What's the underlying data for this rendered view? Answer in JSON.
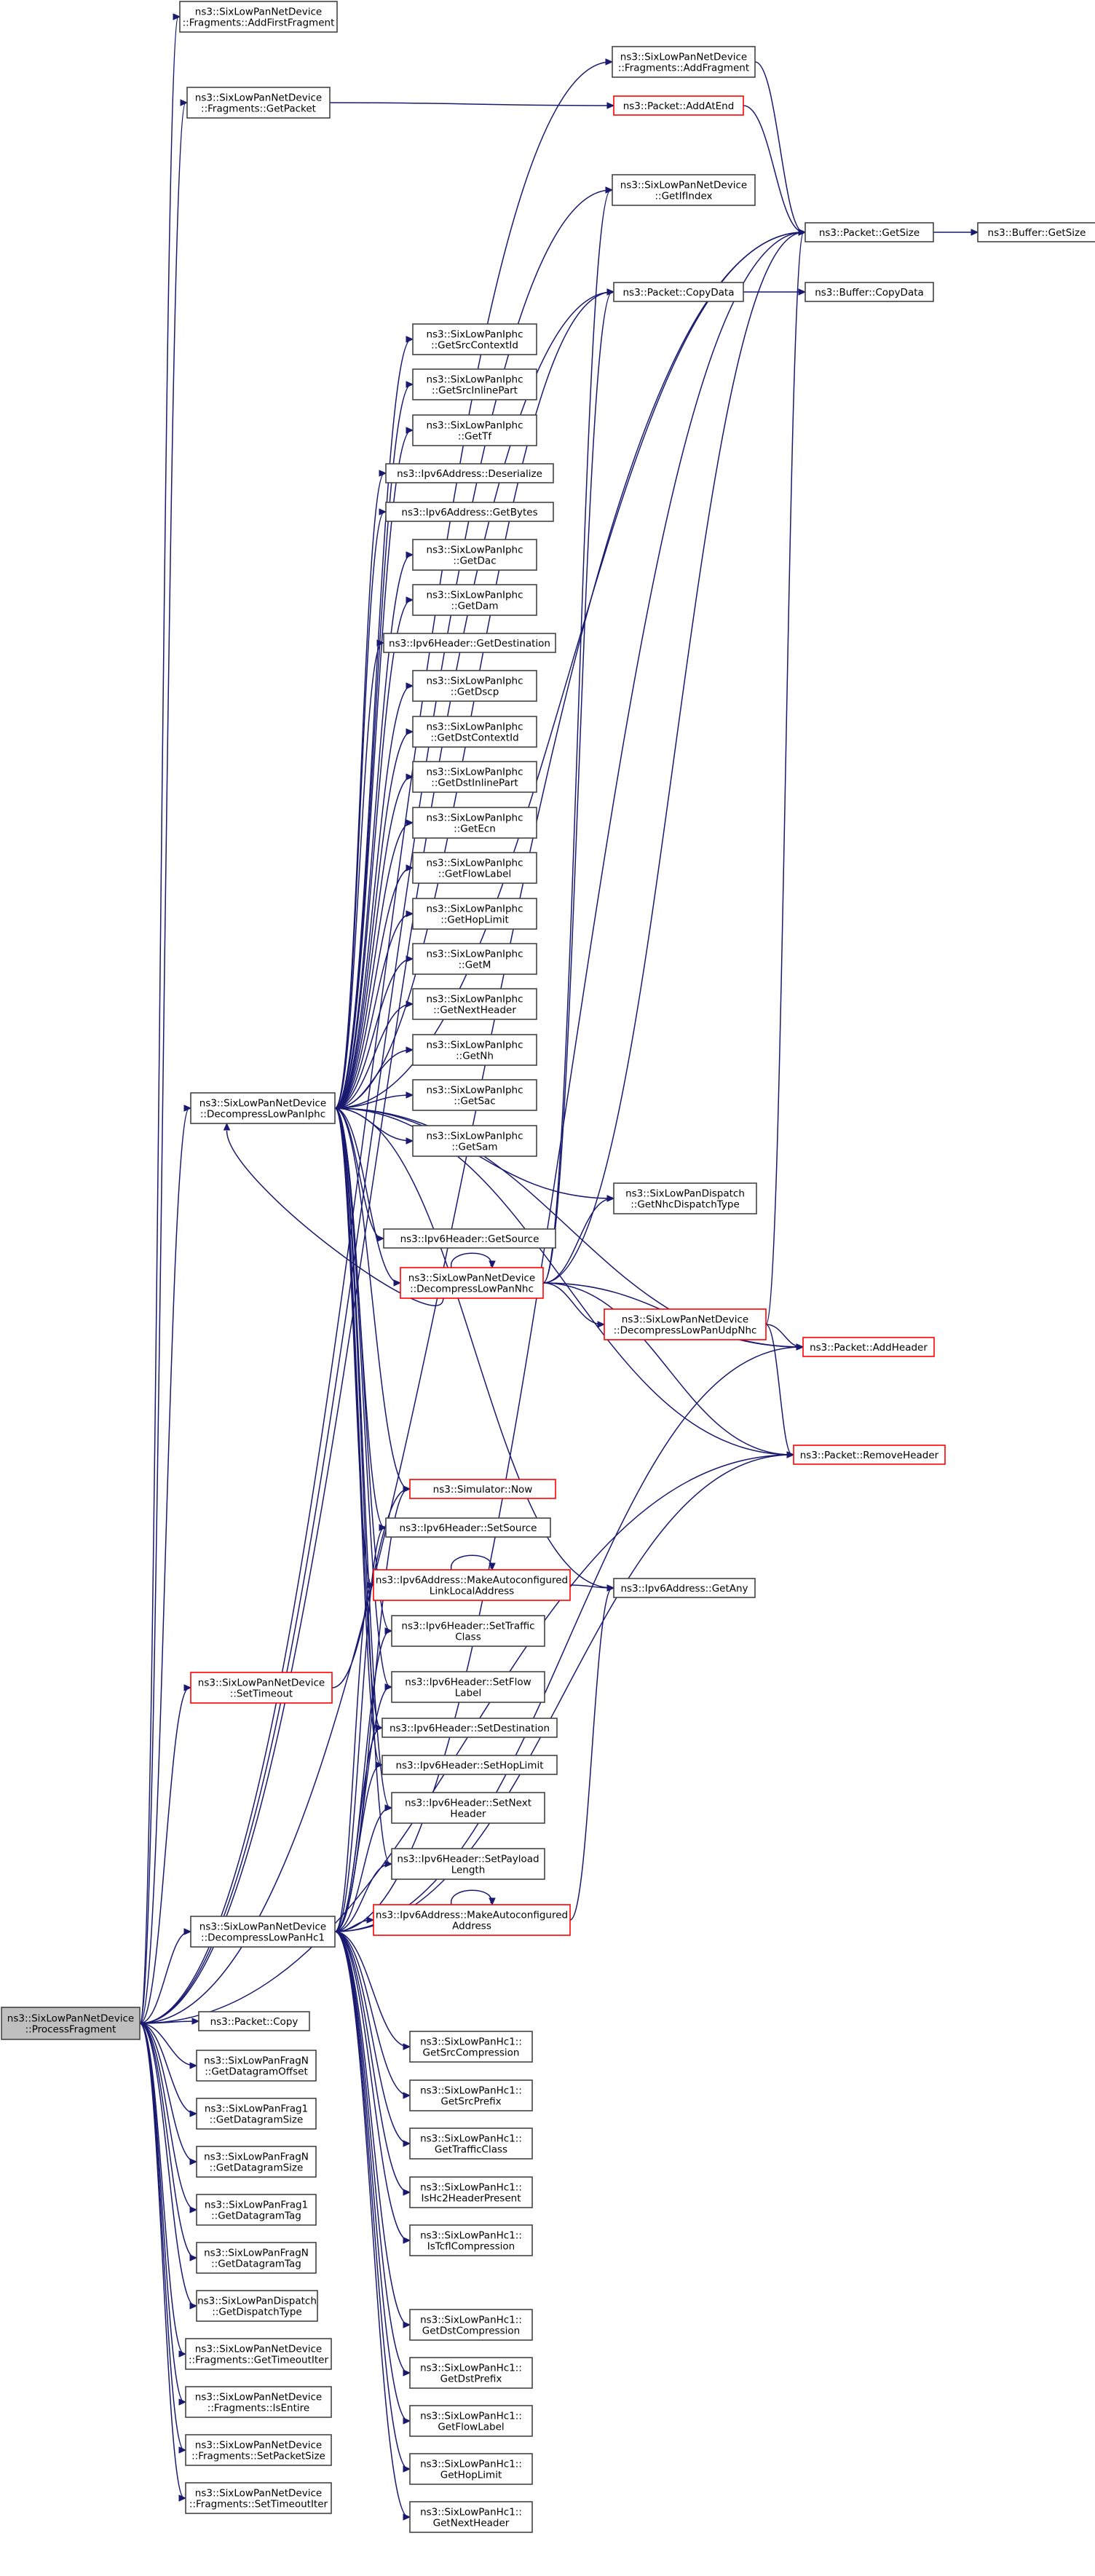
{
  "root": "ProcessFragment",
  "nodes": [
    {
      "id": "ProcessFragment",
      "lines": [
        "ns3::SixLowPanNetDevice",
        "::ProcessFragment"
      ],
      "root": true
    },
    {
      "id": "AddFirstFragment",
      "lines": [
        "ns3::SixLowPanNetDevice",
        "::Fragments::AddFirstFragment"
      ]
    },
    {
      "id": "FragGetPacket",
      "lines": [
        "ns3::SixLowPanNetDevice",
        "::Fragments::GetPacket"
      ]
    },
    {
      "id": "AddFragment",
      "lines": [
        "ns3::SixLowPanNetDevice",
        "::Fragments::AddFragment"
      ]
    },
    {
      "id": "AddAtEnd",
      "lines": [
        "ns3::Packet::AddAtEnd"
      ],
      "red": true
    },
    {
      "id": "GetIfIndex",
      "lines": [
        "ns3::SixLowPanNetDevice",
        "::GetIfIndex"
      ]
    },
    {
      "id": "PacketGetSize",
      "lines": [
        "ns3::Packet::GetSize"
      ]
    },
    {
      "id": "BufferGetSize",
      "lines": [
        "ns3::Buffer::GetSize"
      ]
    },
    {
      "id": "PacketCopyData",
      "lines": [
        "ns3::Packet::CopyData"
      ]
    },
    {
      "id": "BufferCopyData",
      "lines": [
        "ns3::Buffer::CopyData"
      ]
    },
    {
      "id": "GetSrcContextId",
      "lines": [
        "ns3::SixLowPanIphc",
        "::GetSrcContextId"
      ]
    },
    {
      "id": "GetSrcInlinePart",
      "lines": [
        "ns3::SixLowPanIphc",
        "::GetSrcInlinePart"
      ]
    },
    {
      "id": "GetTf",
      "lines": [
        "ns3::SixLowPanIphc",
        "::GetTf"
      ]
    },
    {
      "id": "Deserialize",
      "lines": [
        "ns3::Ipv6Address::Deserialize"
      ]
    },
    {
      "id": "GetBytes",
      "lines": [
        "ns3::Ipv6Address::GetBytes"
      ]
    },
    {
      "id": "GetDac",
      "lines": [
        "ns3::SixLowPanIphc",
        "::GetDac"
      ]
    },
    {
      "id": "GetDam",
      "lines": [
        "ns3::SixLowPanIphc",
        "::GetDam"
      ]
    },
    {
      "id": "HdrGetDestination",
      "lines": [
        "ns3::Ipv6Header::GetDestination"
      ]
    },
    {
      "id": "GetDscp",
      "lines": [
        "ns3::SixLowPanIphc",
        "::GetDscp"
      ]
    },
    {
      "id": "GetDstContextId",
      "lines": [
        "ns3::SixLowPanIphc",
        "::GetDstContextId"
      ]
    },
    {
      "id": "GetDstInlinePart",
      "lines": [
        "ns3::SixLowPanIphc",
        "::GetDstInlinePart"
      ]
    },
    {
      "id": "GetEcn",
      "lines": [
        "ns3::SixLowPanIphc",
        "::GetEcn"
      ]
    },
    {
      "id": "IphcGetFlowLabel",
      "lines": [
        "ns3::SixLowPanIphc",
        "::GetFlowLabel"
      ]
    },
    {
      "id": "IphcGetHopLimit",
      "lines": [
        "ns3::SixLowPanIphc",
        "::GetHopLimit"
      ]
    },
    {
      "id": "GetM",
      "lines": [
        "ns3::SixLowPanIphc",
        "::GetM"
      ]
    },
    {
      "id": "IphcGetNextHeader",
      "lines": [
        "ns3::SixLowPanIphc",
        "::GetNextHeader"
      ]
    },
    {
      "id": "GetNh",
      "lines": [
        "ns3::SixLowPanIphc",
        "::GetNh"
      ]
    },
    {
      "id": "GetSac",
      "lines": [
        "ns3::SixLowPanIphc",
        "::GetSac"
      ]
    },
    {
      "id": "GetSam",
      "lines": [
        "ns3::SixLowPanIphc",
        "::GetSam"
      ]
    },
    {
      "id": "DecompressLowPanIphc",
      "lines": [
        "ns3::SixLowPanNetDevice",
        "::DecompressLowPanIphc"
      ]
    },
    {
      "id": "GetNhcDispatchType",
      "lines": [
        "ns3::SixLowPanDispatch",
        "::GetNhcDispatchType"
      ]
    },
    {
      "id": "HdrGetSource",
      "lines": [
        "ns3::Ipv6Header::GetSource"
      ]
    },
    {
      "id": "DecompressLowPanNhc",
      "lines": [
        "ns3::SixLowPanNetDevice",
        "::DecompressLowPanNhc"
      ],
      "red": true
    },
    {
      "id": "DecompressLowPanUdpNhc",
      "lines": [
        "ns3::SixLowPanNetDevice",
        "::DecompressLowPanUdpNhc"
      ],
      "red": true
    },
    {
      "id": "AddHeader",
      "lines": [
        "ns3::Packet::AddHeader"
      ],
      "red": true
    },
    {
      "id": "RemoveHeader",
      "lines": [
        "ns3::Packet::RemoveHeader"
      ],
      "red": true
    },
    {
      "id": "SimNow",
      "lines": [
        "ns3::Simulator::Now"
      ],
      "red": true
    },
    {
      "id": "SetSource",
      "lines": [
        "ns3::Ipv6Header::SetSource"
      ]
    },
    {
      "id": "MakeLinkLocal",
      "lines": [
        "ns3::Ipv6Address::MakeAutoconfigured",
        "LinkLocalAddress"
      ],
      "red": true
    },
    {
      "id": "GetAny",
      "lines": [
        "ns3::Ipv6Address::GetAny"
      ]
    },
    {
      "id": "SetTrafficClass",
      "lines": [
        "ns3::Ipv6Header::SetTraffic",
        "Class"
      ]
    },
    {
      "id": "SetTimeout",
      "lines": [
        "ns3::SixLowPanNetDevice",
        "::SetTimeout"
      ],
      "red": true
    },
    {
      "id": "SetFlowLabel",
      "lines": [
        "ns3::Ipv6Header::SetFlow",
        "Label"
      ]
    },
    {
      "id": "SetDestination",
      "lines": [
        "ns3::Ipv6Header::SetDestination"
      ]
    },
    {
      "id": "SetHopLimit",
      "lines": [
        "ns3::Ipv6Header::SetHopLimit"
      ]
    },
    {
      "id": "SetNextHeader",
      "lines": [
        "ns3::Ipv6Header::SetNext",
        "Header"
      ]
    },
    {
      "id": "SetPayloadLength",
      "lines": [
        "ns3::Ipv6Header::SetPayload",
        "Length"
      ]
    },
    {
      "id": "DecompressLowPanHc1",
      "lines": [
        "ns3::SixLowPanNetDevice",
        "::DecompressLowPanHc1"
      ]
    },
    {
      "id": "MakeAutoAddr",
      "lines": [
        "ns3::Ipv6Address::MakeAutoconfigured",
        "Address"
      ],
      "red": true
    },
    {
      "id": "PacketCopy",
      "lines": [
        "ns3::Packet::Copy"
      ]
    },
    {
      "id": "FragNGetDatagramOffset",
      "lines": [
        "ns3::SixLowPanFragN",
        "::GetDatagramOffset"
      ]
    },
    {
      "id": "Frag1GetDatagramSize",
      "lines": [
        "ns3::SixLowPanFrag1",
        "::GetDatagramSize"
      ]
    },
    {
      "id": "FragNGetDatagramSize",
      "lines": [
        "ns3::SixLowPanFragN",
        "::GetDatagramSize"
      ]
    },
    {
      "id": "Frag1GetDatagramTag",
      "lines": [
        "ns3::SixLowPanFrag1",
        "::GetDatagramTag"
      ]
    },
    {
      "id": "FragNGetDatagramTag",
      "lines": [
        "ns3::SixLowPanFragN",
        "::GetDatagramTag"
      ]
    },
    {
      "id": "GetDispatchType",
      "lines": [
        "ns3::SixLowPanDispatch",
        "::GetDispatchType"
      ]
    },
    {
      "id": "GetTimeoutIter",
      "lines": [
        "ns3::SixLowPanNetDevice",
        "::Fragments::GetTimeoutIter"
      ]
    },
    {
      "id": "IsEntire",
      "lines": [
        "ns3::SixLowPanNetDevice",
        "::Fragments::IsEntire"
      ]
    },
    {
      "id": "SetPacketSize",
      "lines": [
        "ns3::SixLowPanNetDevice",
        "::Fragments::SetPacketSize"
      ]
    },
    {
      "id": "SetTimeoutIter",
      "lines": [
        "ns3::SixLowPanNetDevice",
        "::Fragments::SetTimeoutIter"
      ]
    },
    {
      "id": "GetSrcCompression",
      "lines": [
        "ns3::SixLowPanHc1::",
        "GetSrcCompression"
      ]
    },
    {
      "id": "GetSrcPrefix",
      "lines": [
        "ns3::SixLowPanHc1::",
        "GetSrcPrefix"
      ]
    },
    {
      "id": "GetTrafficClass",
      "lines": [
        "ns3::SixLowPanHc1::",
        "GetTrafficClass"
      ]
    },
    {
      "id": "IsHc2HeaderPresent",
      "lines": [
        "ns3::SixLowPanHc1::",
        "IsHc2HeaderPresent"
      ]
    },
    {
      "id": "IsTcflCompression",
      "lines": [
        "ns3::SixLowPanHc1::",
        "IsTcflCompression"
      ]
    },
    {
      "id": "GetDstCompression",
      "lines": [
        "ns3::SixLowPanHc1::",
        "GetDstCompression"
      ]
    },
    {
      "id": "GetDstPrefix",
      "lines": [
        "ns3::SixLowPanHc1::",
        "GetDstPrefix"
      ]
    },
    {
      "id": "Hc1GetFlowLabel",
      "lines": [
        "ns3::SixLowPanHc1::",
        "GetFlowLabel"
      ]
    },
    {
      "id": "Hc1GetHopLimit",
      "lines": [
        "ns3::SixLowPanHc1::",
        "GetHopLimit"
      ]
    },
    {
      "id": "Hc1GetNextHeader",
      "lines": [
        "ns3::SixLowPanHc1::",
        "GetNextHeader"
      ]
    }
  ],
  "edges": [
    [
      "ProcessFragment",
      "AddFirstFragment"
    ],
    [
      "ProcessFragment",
      "FragGetPacket"
    ],
    [
      "ProcessFragment",
      "AddFragment"
    ],
    [
      "ProcessFragment",
      "GetIfIndex"
    ],
    [
      "ProcessFragment",
      "PacketGetSize"
    ],
    [
      "ProcessFragment",
      "PacketCopyData"
    ],
    [
      "ProcessFragment",
      "DecompressLowPanIphc"
    ],
    [
      "ProcessFragment",
      "SetTimeout"
    ],
    [
      "ProcessFragment",
      "DecompressLowPanHc1"
    ],
    [
      "ProcessFragment",
      "PacketCopy"
    ],
    [
      "ProcessFragment",
      "FragNGetDatagramOffset"
    ],
    [
      "ProcessFragment",
      "Frag1GetDatagramSize"
    ],
    [
      "ProcessFragment",
      "FragNGetDatagramSize"
    ],
    [
      "ProcessFragment",
      "Frag1GetDatagramTag"
    ],
    [
      "ProcessFragment",
      "FragNGetDatagramTag"
    ],
    [
      "ProcessFragment",
      "GetDispatchType"
    ],
    [
      "ProcessFragment",
      "GetTimeoutIter"
    ],
    [
      "ProcessFragment",
      "IsEntire"
    ],
    [
      "ProcessFragment",
      "SetPacketSize"
    ],
    [
      "ProcessFragment",
      "SetTimeoutIter"
    ],
    [
      "ProcessFragment",
      "RemoveHeader"
    ],
    [
      "FragGetPacket",
      "AddAtEnd"
    ],
    [
      "AddFragment",
      "PacketGetSize"
    ],
    [
      "AddAtEnd",
      "PacketGetSize"
    ],
    [
      "PacketGetSize",
      "BufferGetSize"
    ],
    [
      "PacketCopyData",
      "BufferCopyData"
    ],
    [
      "DecompressLowPanIphc",
      "PacketGetSize"
    ],
    [
      "DecompressLowPanIphc",
      "PacketCopyData"
    ],
    [
      "DecompressLowPanIphc",
      "GetSrcContextId"
    ],
    [
      "DecompressLowPanIphc",
      "GetSrcInlinePart"
    ],
    [
      "DecompressLowPanIphc",
      "GetTf"
    ],
    [
      "DecompressLowPanIphc",
      "Deserialize"
    ],
    [
      "DecompressLowPanIphc",
      "GetBytes"
    ],
    [
      "DecompressLowPanIphc",
      "GetDac"
    ],
    [
      "DecompressLowPanIphc",
      "GetDam"
    ],
    [
      "DecompressLowPanIphc",
      "HdrGetDestination"
    ],
    [
      "DecompressLowPanIphc",
      "GetDscp"
    ],
    [
      "DecompressLowPanIphc",
      "GetDstContextId"
    ],
    [
      "DecompressLowPanIphc",
      "GetDstInlinePart"
    ],
    [
      "DecompressLowPanIphc",
      "GetEcn"
    ],
    [
      "DecompressLowPanIphc",
      "IphcGetFlowLabel"
    ],
    [
      "DecompressLowPanIphc",
      "IphcGetHopLimit"
    ],
    [
      "DecompressLowPanIphc",
      "GetM"
    ],
    [
      "DecompressLowPanIphc",
      "IphcGetNextHeader"
    ],
    [
      "DecompressLowPanIphc",
      "GetNh"
    ],
    [
      "DecompressLowPanIphc",
      "GetSac"
    ],
    [
      "DecompressLowPanIphc",
      "GetSam"
    ],
    [
      "DecompressLowPanIphc",
      "GetNhcDispatchType"
    ],
    [
      "DecompressLowPanIphc",
      "HdrGetSource"
    ],
    [
      "DecompressLowPanIphc",
      "DecompressLowPanNhc"
    ],
    [
      "DecompressLowPanIphc",
      "AddHeader"
    ],
    [
      "DecompressLowPanIphc",
      "RemoveHeader"
    ],
    [
      "DecompressLowPanIphc",
      "SimNow"
    ],
    [
      "DecompressLowPanIphc",
      "SetSource"
    ],
    [
      "DecompressLowPanIphc",
      "MakeLinkLocal"
    ],
    [
      "DecompressLowPanIphc",
      "GetAny"
    ],
    [
      "DecompressLowPanIphc",
      "SetTrafficClass"
    ],
    [
      "DecompressLowPanIphc",
      "SetFlowLabel"
    ],
    [
      "DecompressLowPanIphc",
      "SetDestination"
    ],
    [
      "DecompressLowPanIphc",
      "SetHopLimit"
    ],
    [
      "DecompressLowPanIphc",
      "SetNextHeader"
    ],
    [
      "DecompressLowPanIphc",
      "SetPayloadLength"
    ],
    [
      "DecompressLowPanNhc",
      "DecompressLowPanIphc"
    ],
    [
      "DecompressLowPanNhc",
      "DecompressLowPanNhc"
    ],
    [
      "DecompressLowPanNhc",
      "GetIfIndex"
    ],
    [
      "DecompressLowPanNhc",
      "PacketCopyData"
    ],
    [
      "DecompressLowPanNhc",
      "PacketGetSize"
    ],
    [
      "DecompressLowPanNhc",
      "GetNhcDispatchType"
    ],
    [
      "DecompressLowPanNhc",
      "DecompressLowPanUdpNhc"
    ],
    [
      "DecompressLowPanNhc",
      "AddHeader"
    ],
    [
      "DecompressLowPanNhc",
      "RemoveHeader"
    ],
    [
      "DecompressLowPanUdpNhc",
      "PacketGetSize"
    ],
    [
      "DecompressLowPanUdpNhc",
      "AddHeader"
    ],
    [
      "DecompressLowPanUdpNhc",
      "RemoveHeader"
    ],
    [
      "MakeLinkLocal",
      "MakeLinkLocal"
    ],
    [
      "MakeLinkLocal",
      "GetAny"
    ],
    [
      "SetTimeout",
      "SimNow"
    ],
    [
      "DecompressLowPanHc1",
      "SimNow"
    ],
    [
      "DecompressLowPanHc1",
      "SetSource"
    ],
    [
      "DecompressLowPanHc1",
      "MakeLinkLocal"
    ],
    [
      "DecompressLowPanHc1",
      "SetTrafficClass"
    ],
    [
      "DecompressLowPanHc1",
      "SetFlowLabel"
    ],
    [
      "DecompressLowPanHc1",
      "SetDestination"
    ],
    [
      "DecompressLowPanHc1",
      "SetHopLimit"
    ],
    [
      "DecompressLowPanHc1",
      "SetNextHeader"
    ],
    [
      "DecompressLowPanHc1",
      "SetPayloadLength"
    ],
    [
      "DecompressLowPanHc1",
      "MakeAutoAddr"
    ],
    [
      "DecompressLowPanHc1",
      "AddHeader"
    ],
    [
      "DecompressLowPanHc1",
      "PacketGetSize"
    ],
    [
      "DecompressLowPanHc1",
      "GetSrcCompression"
    ],
    [
      "DecompressLowPanHc1",
      "GetSrcPrefix"
    ],
    [
      "DecompressLowPanHc1",
      "GetTrafficClass"
    ],
    [
      "DecompressLowPanHc1",
      "IsHc2HeaderPresent"
    ],
    [
      "DecompressLowPanHc1",
      "IsTcflCompression"
    ],
    [
      "DecompressLowPanHc1",
      "GetDstCompression"
    ],
    [
      "DecompressLowPanHc1",
      "GetDstPrefix"
    ],
    [
      "DecompressLowPanHc1",
      "Hc1GetFlowLabel"
    ],
    [
      "DecompressLowPanHc1",
      "Hc1GetHopLimit"
    ],
    [
      "DecompressLowPanHc1",
      "Hc1GetNextHeader"
    ],
    [
      "DecompressLowPanHc1",
      "RemoveHeader"
    ],
    [
      "MakeAutoAddr",
      "MakeAutoAddr"
    ],
    [
      "MakeAutoAddr",
      "GetAny"
    ]
  ]
}
